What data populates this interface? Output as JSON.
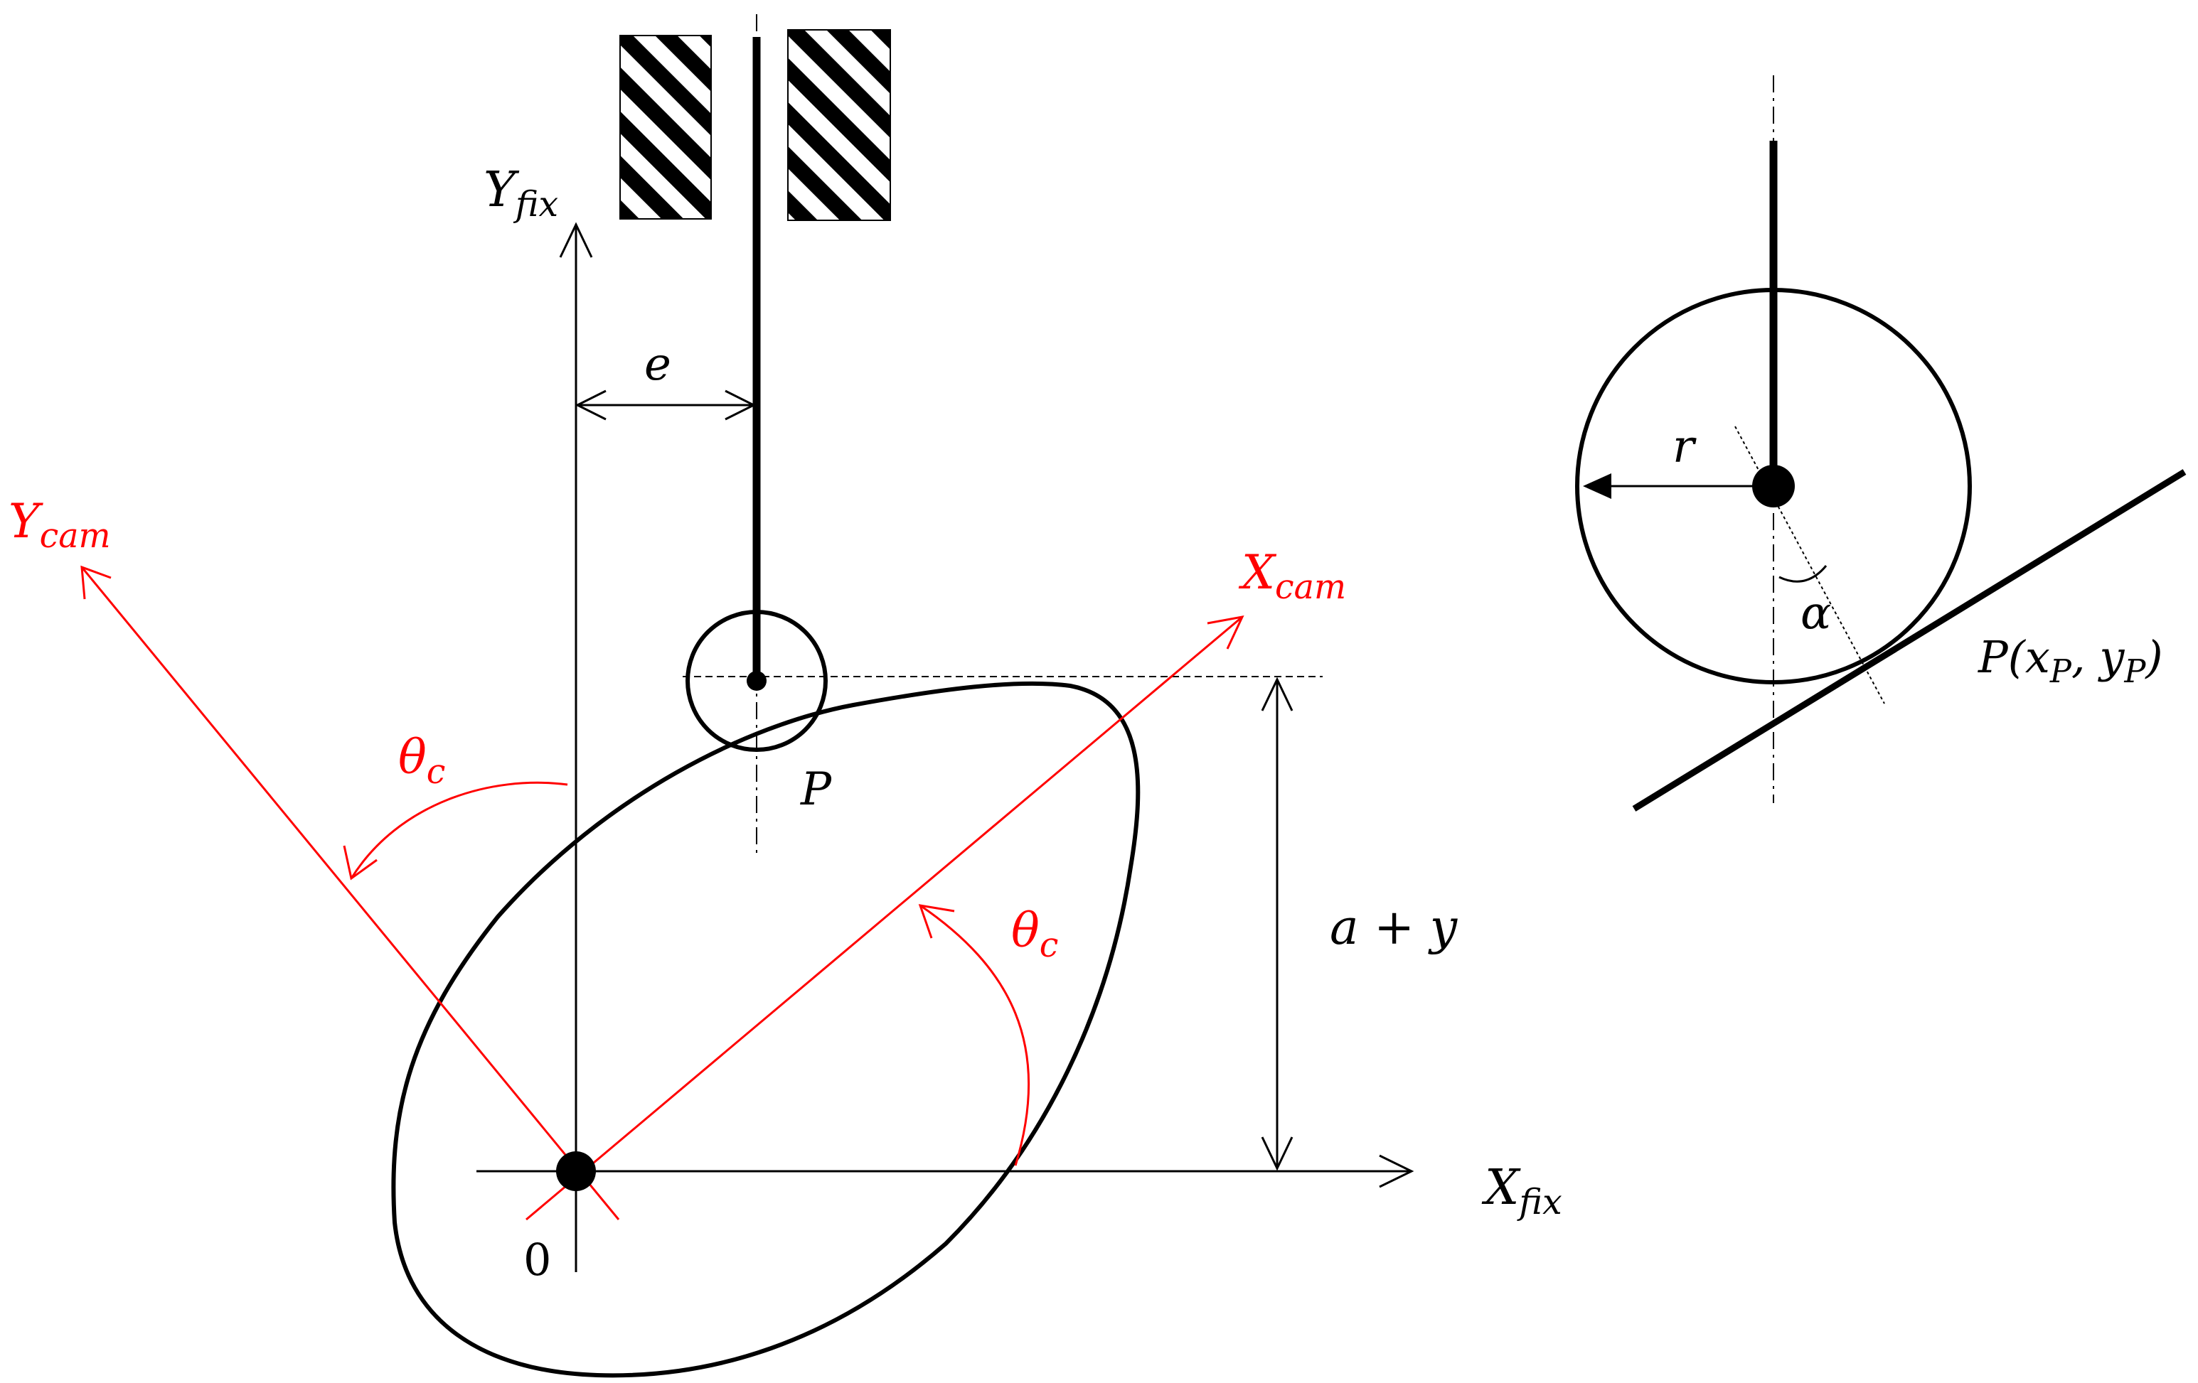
{
  "labels": {
    "y_fix": {
      "main": "Y",
      "sub": "fix"
    },
    "x_fix": {
      "main": "X",
      "sub": "fix"
    },
    "y_cam": {
      "main": "Y",
      "sub": "cam"
    },
    "x_cam": {
      "main": "X",
      "sub": "cam"
    },
    "theta_left": {
      "main": "θ",
      "sub": "c"
    },
    "theta_right": {
      "main": "θ",
      "sub": "c"
    },
    "offset_e": "e",
    "contact_p": "P",
    "lift": "a + y",
    "origin": "0",
    "radius_r": "r",
    "alpha": "α",
    "contact_point": {
      "prefix": "P(x",
      "sub1": "P",
      "middle": ", y",
      "sub2": "P",
      "suffix": ")"
    }
  },
  "colors": {
    "ink": "#000000",
    "cam_frame": "#ff0000"
  }
}
